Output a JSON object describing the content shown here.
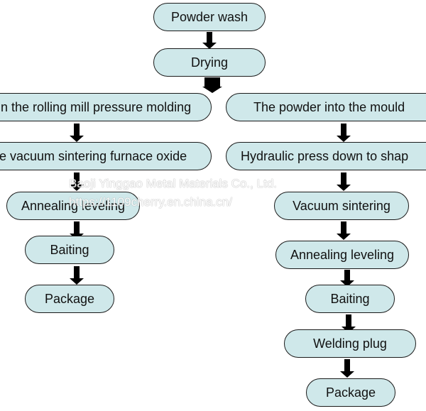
{
  "top_steps": [
    "Powder wash",
    "Drying"
  ],
  "left_branch": [
    "n the rolling mill pressure molding",
    "e vacuum sintering furnace oxide",
    "Annealing leveling",
    "Baiting",
    "Package"
  ],
  "right_branch": [
    "The powder into the mould",
    "Hydraulic press down to shap",
    "Vacuum sintering",
    "Annealing leveling",
    "Baiting",
    "Welding plug",
    "Package"
  ],
  "watermark": {
    "company": "Baoji Yinggao Metal Materials Co., Ltd.",
    "url": "https://1109cherry.en.china.cn/"
  },
  "colors": {
    "node_fill": "#cfe8ea",
    "node_border": "#1a1a1a",
    "arrow": "#000000"
  }
}
